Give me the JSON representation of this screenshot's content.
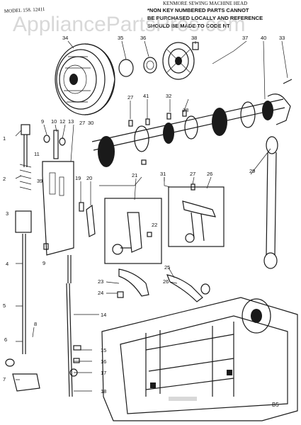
{
  "header": {
    "model": "MODEL 158. 12411",
    "title": "KENMORE SEWING MACHINE HEAD",
    "note_lines": [
      "*NON KEY NUMBERED PARTS CANNOT",
      "BE PURCHASED LOCALLY AND REFERENCE",
      "SHOULD BE MADE TO CODE NT"
    ]
  },
  "watermark": "AppliancePartsPros.com",
  "page_code": "B5",
  "callouts": [
    "1",
    "2",
    "3",
    "4",
    "5",
    "6",
    "7",
    "8",
    "9",
    "10",
    "11",
    "12",
    "13",
    "14",
    "15",
    "16",
    "17",
    "18",
    "19",
    "20",
    "21",
    "22",
    "23",
    "24",
    "25",
    "26",
    "27",
    "28",
    "29",
    "30",
    "31",
    "32",
    "33",
    "34",
    "35",
    "36",
    "37",
    "38",
    "39",
    "40",
    "41"
  ],
  "colors": {
    "ink": "#1a1a1a",
    "paper": "#ffffff",
    "watermark": "#b9b9b9"
  }
}
